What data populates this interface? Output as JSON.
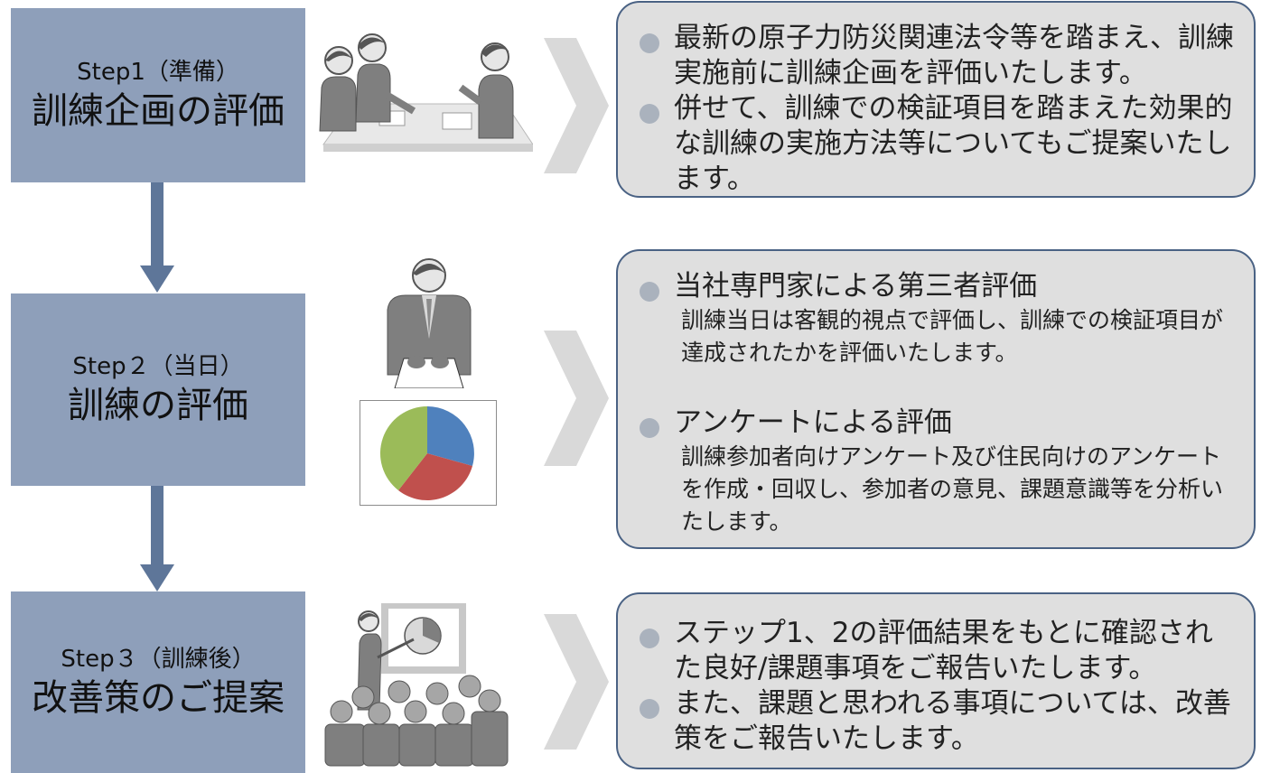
{
  "steps": [
    {
      "sub": "Step1（準備）",
      "main": "訓練企画の評価"
    },
    {
      "sub": "Step２（当日）",
      "main": "訓練の評価"
    },
    {
      "sub": "Step３（訓練後）",
      "main": "改善策のご提案"
    }
  ],
  "bubbles": {
    "step1": {
      "bullets": [
        "最新の原子力防災関連法令等を踏まえ、訓練実施前に訓練企画を評価いたします。",
        "併せて、訓練での検証項目を踏まえた効果的な訓練の実施方法等についてもご提案いたします。"
      ]
    },
    "step2": {
      "items": [
        {
          "heading": "当社専門家による第三者評価",
          "desc": "訓練当日は客観的視点で評価し、訓練での検証項目が達成されたかを評価いたします。"
        },
        {
          "heading": "アンケートによる評価",
          "desc": "訓練参加者向けアンケート及び住民向けのアンケートを作成・回収し、参加者の意見、課題意識等を分析いたします。"
        }
      ]
    },
    "step3": {
      "bullets": [
        "ステップ1、2の評価結果をもとに確認された良好/課題事項をご報告いたします。",
        "また、課題と思われる事項については、改善策をご報告いたします。"
      ]
    }
  },
  "colors": {
    "step_box": "#8e9fba",
    "connector": "#5e7699",
    "chevron": "#d9d9d9",
    "bubble_fill": "#dfdfdf",
    "bubble_border": "#4a6284",
    "bullet_dot": "#aab2bd",
    "person_gray": "#7f7f7f",
    "pie_blue": "#4f81bd",
    "pie_red": "#c0504d",
    "pie_green": "#9bbb59"
  },
  "icons": {
    "step1": "meeting-icon",
    "step2": "evaluator-icon",
    "step2_chart": "pie-chart-icon",
    "step3": "presentation-icon"
  }
}
